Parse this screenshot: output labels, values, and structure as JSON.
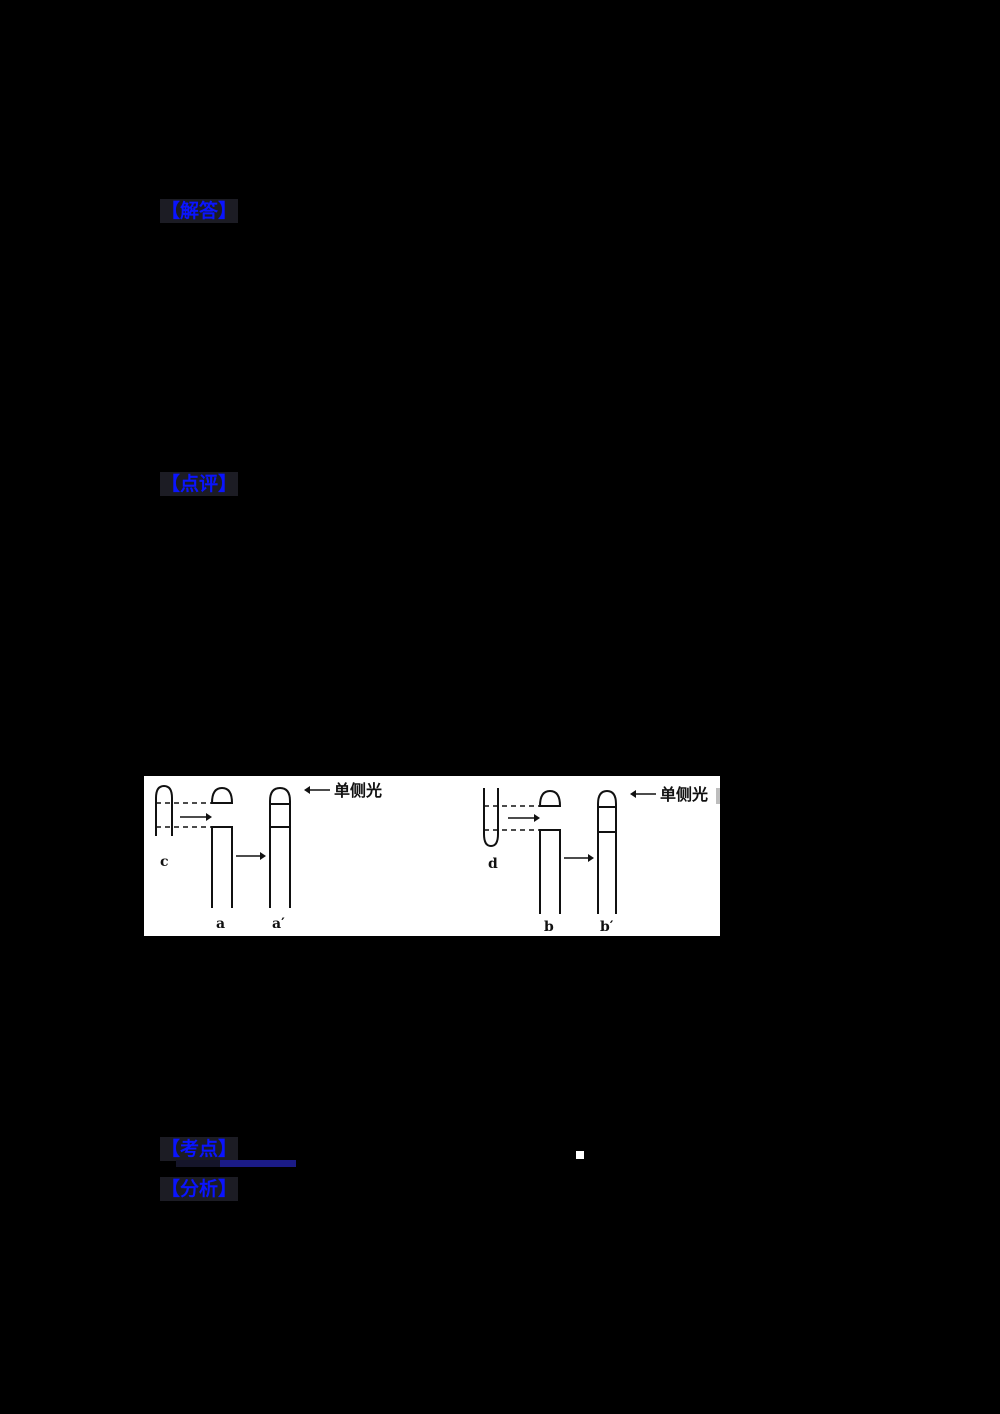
{
  "sections": {
    "answer_label": "【解答】",
    "comment_label": "【点评】",
    "key_point_label": "【考点】",
    "analysis_label": "【分析】"
  },
  "figure": {
    "light_label_left": "单侧光",
    "light_label_right": "单侧光",
    "labels": {
      "c": "c",
      "a": "a",
      "a_prime": "a′",
      "d": "d",
      "b": "b",
      "b_prime": "b′"
    }
  },
  "colors": {
    "background": "#000000",
    "label_text": "#0a14ff",
    "label_bg": "#1c1c24",
    "underline": "#1b1b86",
    "figure_bg": "#ffffff"
  }
}
